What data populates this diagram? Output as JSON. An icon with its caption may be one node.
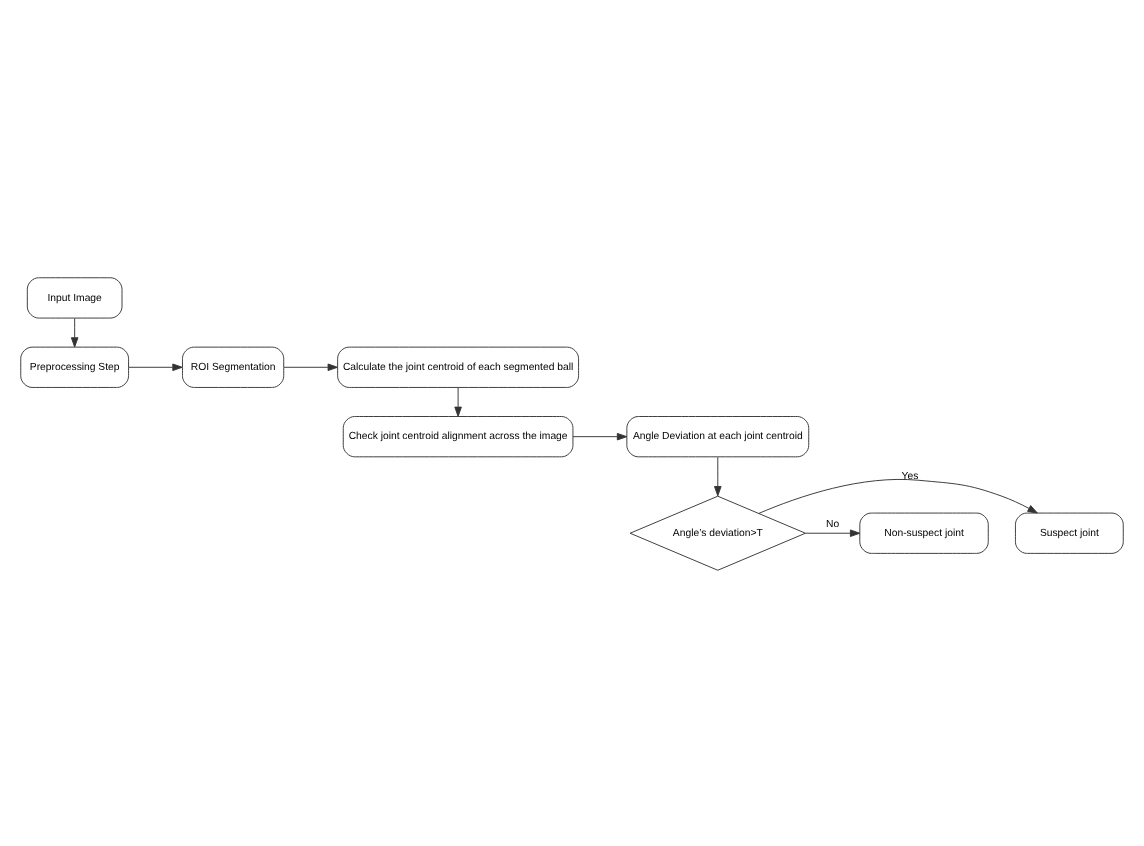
{
  "diagram": {
    "nodes": [
      {
        "text": [
          "Input Image"
        ]
      },
      {
        "text": [
          "Preprocessing Step"
        ]
      },
      {
        "text": [
          "ROI Segmentation"
        ]
      },
      {
        "text": [
          "Calculate the joint centroid of each segmented ball"
        ]
      },
      {
        "text": [
          "Check joint centroid alignment across the image"
        ]
      },
      {
        "text": [
          "Angle Deviation at each joint centroid"
        ]
      },
      {
        "text": [
          "Angle’s deviation>T"
        ]
      },
      {
        "text": [
          "Suspect joint"
        ]
      },
      {
        "text": [
          "Non-suspect joint"
        ]
      }
    ],
    "edges": [
      {
        "from": 0,
        "to": 1,
        "arrow": "to"
      },
      {
        "from": 1,
        "to": 2,
        "arrow": "to"
      },
      {
        "from": 2,
        "to": 3,
        "arrow": "to"
      },
      {
        "from": 3,
        "to": 4,
        "arrow": "to"
      },
      {
        "from": 4,
        "to": 5,
        "arrow": "to"
      },
      {
        "from": 5,
        "to": 6,
        "arrow": "to"
      },
      {
        "from": 6,
        "to": 7,
        "label": "Yes",
        "arrow": "to"
      },
      {
        "from": 6,
        "to": 8,
        "label": "No",
        "arrow": "to"
      }
    ]
  }
}
